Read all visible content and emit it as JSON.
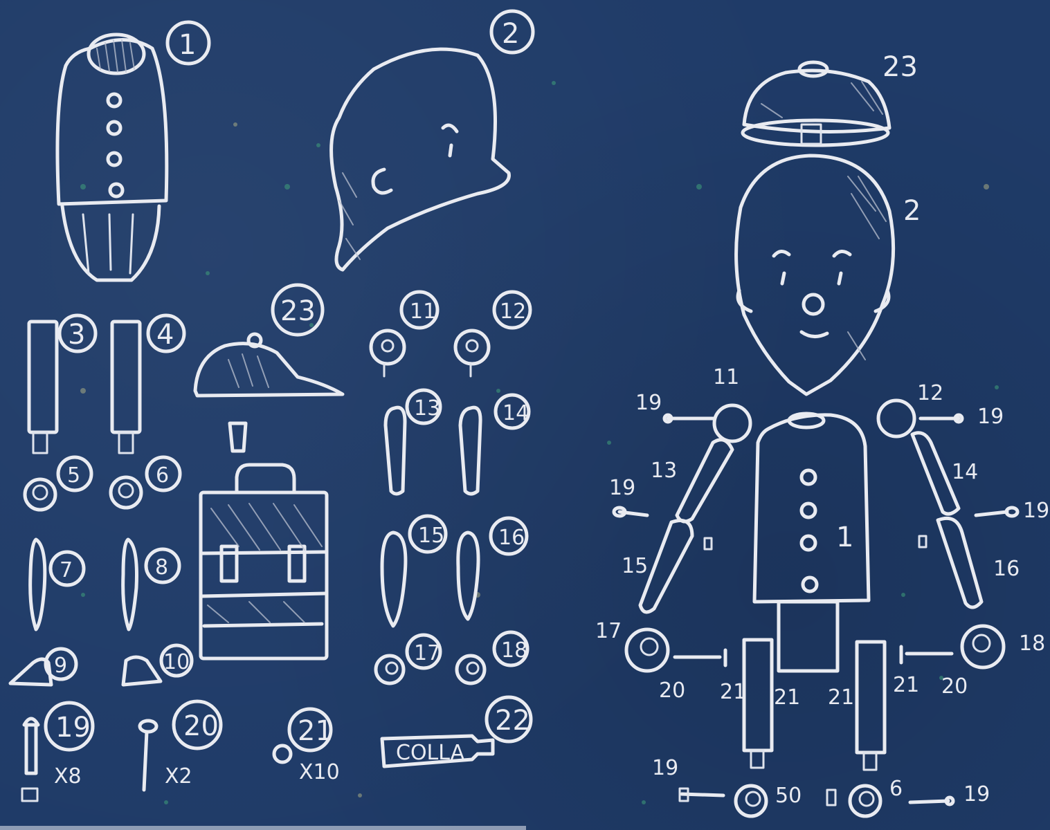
{
  "labels": {
    "p1": "1",
    "p2": "2",
    "p3": "3",
    "p4": "4",
    "p5": "5",
    "p6": "6",
    "p7": "7",
    "p8": "8",
    "p9": "9",
    "p10": "10",
    "p11": "11",
    "p12": "12",
    "p13": "13",
    "p14": "14",
    "p15": "15",
    "p16": "16",
    "p17": "17",
    "p18": "18",
    "p19": "19",
    "p20": "20",
    "p21": "21",
    "p22": "22",
    "p23": "23"
  },
  "quantities": {
    "q19": "X8",
    "q20": "X2",
    "q21": "X10"
  },
  "glue_text": "COLLA",
  "assembly": {
    "hat": "23",
    "head": "2",
    "body": "1",
    "arm_top_left": "11",
    "arm_top_right": "12",
    "arm_left": "13",
    "arm_right": "14",
    "forearm_left": "15",
    "forearm_right": "16",
    "hand_left": "17",
    "hand_right": "18",
    "screw": "19",
    "nail": "20",
    "ring": "21",
    "foot_left": "50",
    "foot_right": "6"
  }
}
